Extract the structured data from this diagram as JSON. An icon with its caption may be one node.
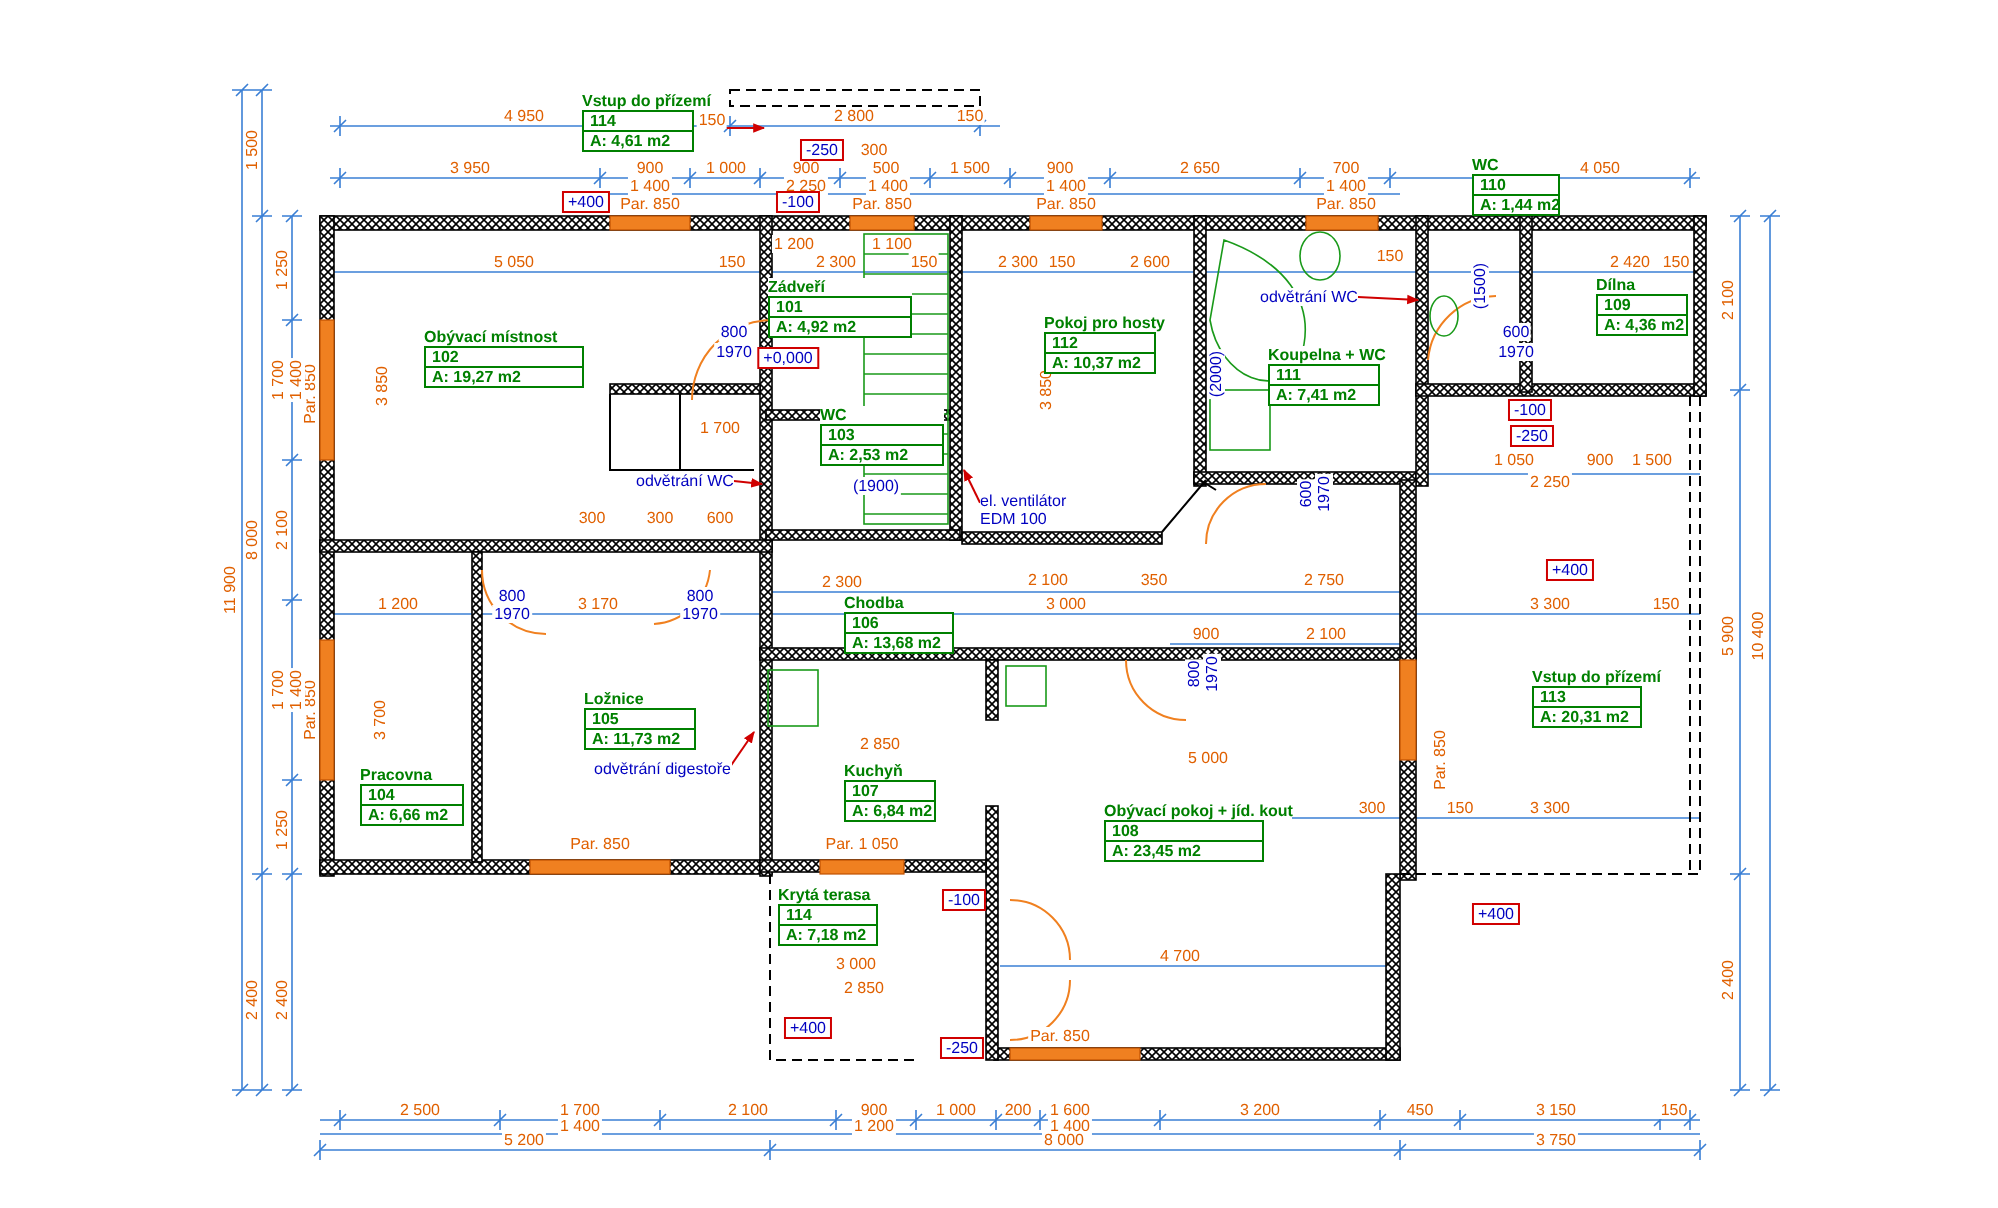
{
  "diagram": {
    "nodes": [
      {
        "text": [
          "Vstup do přízemí",
          "114",
          "A: 4,61 m2"
        ]
      },
      {
        "text": [
          "Zádveří",
          "101",
          "A: 4,92 m2"
        ]
      },
      {
        "text": [
          "Obývací místnost",
          "102",
          "A: 19,27 m2"
        ]
      },
      {
        "text": [
          "WC",
          "103",
          "A: 2,53 m2"
        ]
      },
      {
        "text": [
          "Pokoj pro hosty",
          "112",
          "A: 10,37 m2"
        ]
      },
      {
        "text": [
          "Koupelna + WC",
          "111",
          "A: 7,41 m2"
        ]
      },
      {
        "text": [
          "WC",
          "110",
          "A: 1,44 m2"
        ]
      },
      {
        "text": [
          "Dílna",
          "109",
          "A: 4,36 m2"
        ]
      },
      {
        "text": [
          "Chodba",
          "106",
          "A: 13,68 m2"
        ]
      },
      {
        "text": [
          "Ložnice",
          "105",
          "A: 11,73 m2"
        ]
      },
      {
        "text": [
          "Vstup do přízemí",
          "113",
          "A: 20,31 m2"
        ]
      },
      {
        "text": [
          "Pracovna",
          "104",
          "A: 6,66 m2"
        ]
      },
      {
        "text": [
          "Kuchyň",
          "107",
          "A: 6,84 m2"
        ]
      },
      {
        "text": [
          "Obývací pokoj + jíd. kout",
          "108",
          "A: 23,45 m2"
        ]
      },
      {
        "text": [
          "Krytá terasa",
          "114",
          "A: 7,18 m2"
        ]
      },
      {
        "text": [
          "odvětrání WC"
        ]
      },
      {
        "text": [
          "odvětrání WC"
        ]
      },
      {
        "text": [
          "el. ventilátor EDM 100"
        ]
      },
      {
        "text": [
          "odvětrání digestoře"
        ]
      }
    ],
    "edges": [
      {
        "from": 0,
        "to": null,
        "arrow": "to"
      },
      {
        "from": 15,
        "to": null,
        "arrow": "to"
      },
      {
        "from": 16,
        "to": null,
        "arrow": "to"
      },
      {
        "from": 17,
        "to": null,
        "arrow": "to"
      },
      {
        "from": 18,
        "to": null,
        "arrow": "to"
      }
    ],
    "labels": [
      "4 950",
      "150",
      "2 800",
      "150",
      "3 950",
      "900",
      "1 000",
      "300",
      "900",
      "500",
      "1 500",
      "900",
      "2 650",
      "700",
      "4 050",
      "1 400",
      "2 250",
      "1 400",
      "1 400",
      "1 400",
      "Par. 850",
      "Par. 850",
      "Par. 850",
      "Par. 850",
      "-250",
      "+400",
      "-100",
      "+0,000",
      "-100",
      "-250",
      "+400",
      "-100",
      "+400",
      "+400",
      "-250",
      "5 050",
      "150",
      "1 200",
      "1 100",
      "2 300",
      "150",
      "2 300",
      "150",
      "2 600",
      "150",
      "2 420",
      "150",
      "3 850",
      "3 850",
      "1 700",
      "300",
      "300",
      "600",
      "2 300",
      "2 100",
      "350",
      "2 750",
      "1 050",
      "900",
      "1 500",
      "2 250",
      "1 200",
      "3 170",
      "3 000",
      "3 300",
      "150",
      "900",
      "2 100",
      "3 700",
      "5 000",
      "2 850",
      "300",
      "150",
      "3 300",
      "4 700",
      "3 000",
      "2 850",
      "Par. 850",
      "Par. 1 050",
      "Par. 850",
      "Par. 850",
      "Par. 850",
      "Par. 850",
      "2 500",
      "1 700",
      "2 100",
      "900",
      "1 000",
      "200",
      "1 600",
      "3 200",
      "450",
      "3 150",
      "150",
      "1 400",
      "1 200",
      "1 400",
      "5 200",
      "8 000",
      "3 750",
      "11 900",
      "1 500",
      "8 000",
      "2 400",
      "1 250",
      "1 700",
      "1 400",
      "2 100",
      "1 700",
      "1 400",
      "1 250",
      "2 400",
      "2 100",
      "5 900",
      "10 400",
      "2 400",
      "800",
      "1970",
      "600",
      "1970",
      "800",
      "1970",
      "800",
      "1970",
      "(1500)",
      "(1900)",
      "(2000)",
      "600",
      "1970",
      "800",
      "1970"
    ]
  }
}
